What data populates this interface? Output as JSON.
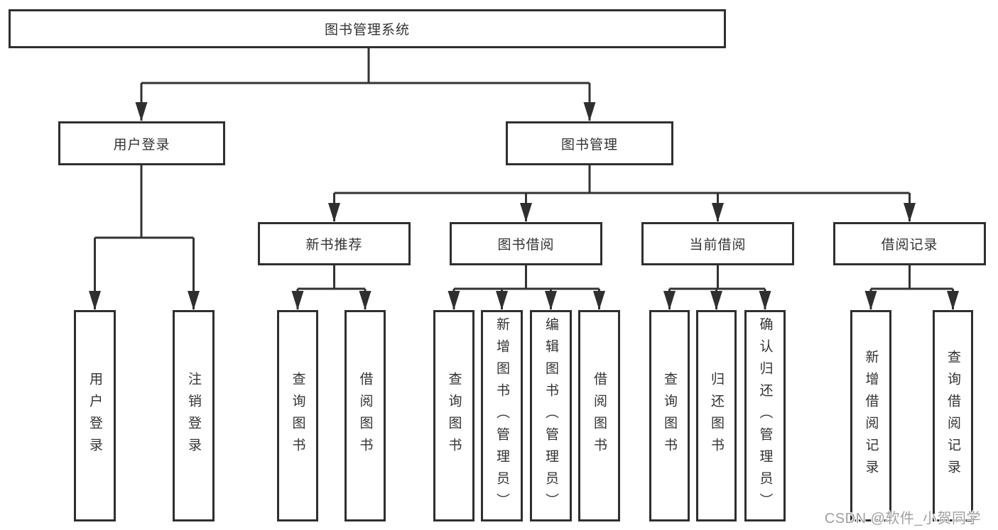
{
  "diagram": {
    "type": "tree",
    "root": {
      "id": "root",
      "label": "图书管理系统",
      "children": [
        {
          "id": "user-login",
          "label": "用户登录",
          "children": [
            {
              "id": "login",
              "label": "用户登录"
            },
            {
              "id": "logout",
              "label": "注销登录"
            }
          ]
        },
        {
          "id": "book-mgmt",
          "label": "图书管理",
          "children": [
            {
              "id": "new-books",
              "label": "新书推荐",
              "children": [
                {
                  "id": "nb-query",
                  "label": "查询图书"
                },
                {
                  "id": "nb-borrow",
                  "label": "借阅图书"
                }
              ]
            },
            {
              "id": "book-borrow",
              "label": "图书借阅",
              "children": [
                {
                  "id": "bb-query",
                  "label": "查询图书"
                },
                {
                  "id": "bb-add",
                  "label": "新增图书（管理员）"
                },
                {
                  "id": "bb-edit",
                  "label": "编辑图书（管理员）"
                },
                {
                  "id": "bb-borrow",
                  "label": "借阅图书"
                }
              ]
            },
            {
              "id": "current-borrow",
              "label": "当前借阅",
              "children": [
                {
                  "id": "cb-query",
                  "label": "查询图书"
                },
                {
                  "id": "cb-return",
                  "label": "归还图书"
                },
                {
                  "id": "cb-confirm",
                  "label": "确认归还（管理员）"
                }
              ]
            },
            {
              "id": "borrow-records",
              "label": "借阅记录",
              "children": [
                {
                  "id": "br-add",
                  "label": "新增借阅记录"
                },
                {
                  "id": "br-query",
                  "label": "查询借阅记录"
                }
              ]
            }
          ]
        }
      ]
    }
  },
  "watermark": {
    "text": "CSDN @软件_小贺同学"
  },
  "colors": {
    "line": "#333333",
    "box_border": "#2f2f2f",
    "box_background": "#ffffff",
    "text": "#333333",
    "watermark": "#a0a0a0",
    "background": "#ffffff"
  }
}
